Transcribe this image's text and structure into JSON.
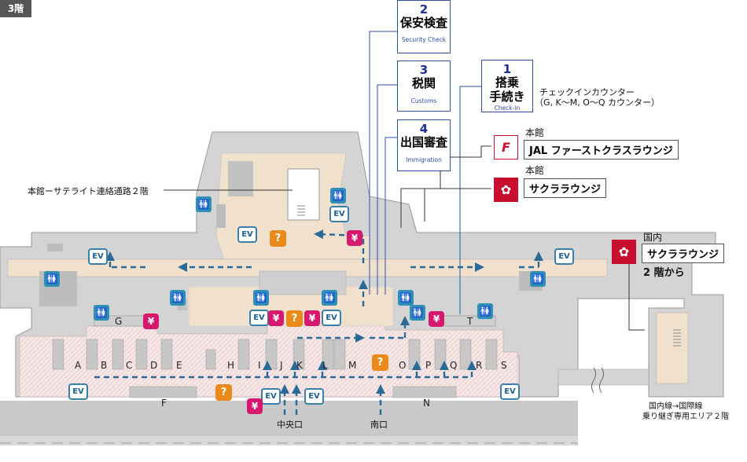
{
  "floor": "3階",
  "callouts": [
    {
      "num": "2",
      "jp": "保安検査",
      "en": "Security Check"
    },
    {
      "num": "3",
      "jp": "税関",
      "en": "Customs"
    },
    {
      "num": "4",
      "jp": "出国審査",
      "en": "Immigration"
    },
    {
      "num": "1",
      "jp": "搭乗",
      "jp2": "手続き",
      "en": "Check-in"
    }
  ],
  "checkin_note": {
    "line1": "チェックインカウンター",
    "line2": "（G, K〜M, O〜Q カウンター）"
  },
  "lounges": {
    "jal_first": {
      "building": "本館",
      "name": "JAL ファーストクラスラウンジ",
      "icon": "F"
    },
    "sakura_main": {
      "building": "本館",
      "name": "サクララウンジ",
      "icon": "✿"
    },
    "sakura_domestic": {
      "building": "国内",
      "name": "サクララウンジ",
      "sub": "2 階から",
      "icon": "✿"
    }
  },
  "satellite_label": "本館ーサテライト連絡通路２階",
  "counters_top": [
    "A",
    "B",
    "C",
    "D",
    "E",
    "H",
    "I",
    "J",
    "K",
    "L",
    "M",
    "O",
    "P",
    "Q",
    "R",
    "S"
  ],
  "counters_other": [
    "G",
    "T",
    "F",
    "N"
  ],
  "entrances": {
    "central": "中央口",
    "south": "南口"
  },
  "transfer_note": {
    "line1": "国内線→国際線",
    "line2": "乗り継ぎ専用エリア２階"
  },
  "icons": {
    "ev": "EV",
    "yen": "¥",
    "info": "?",
    "restroom": "🚻"
  },
  "colors": {
    "accent_blue": "#2f4fa8",
    "yen": "#d7186f",
    "info": "#e98a1a",
    "restroom": "#2f8fb5",
    "sakura": "#c8102e"
  }
}
